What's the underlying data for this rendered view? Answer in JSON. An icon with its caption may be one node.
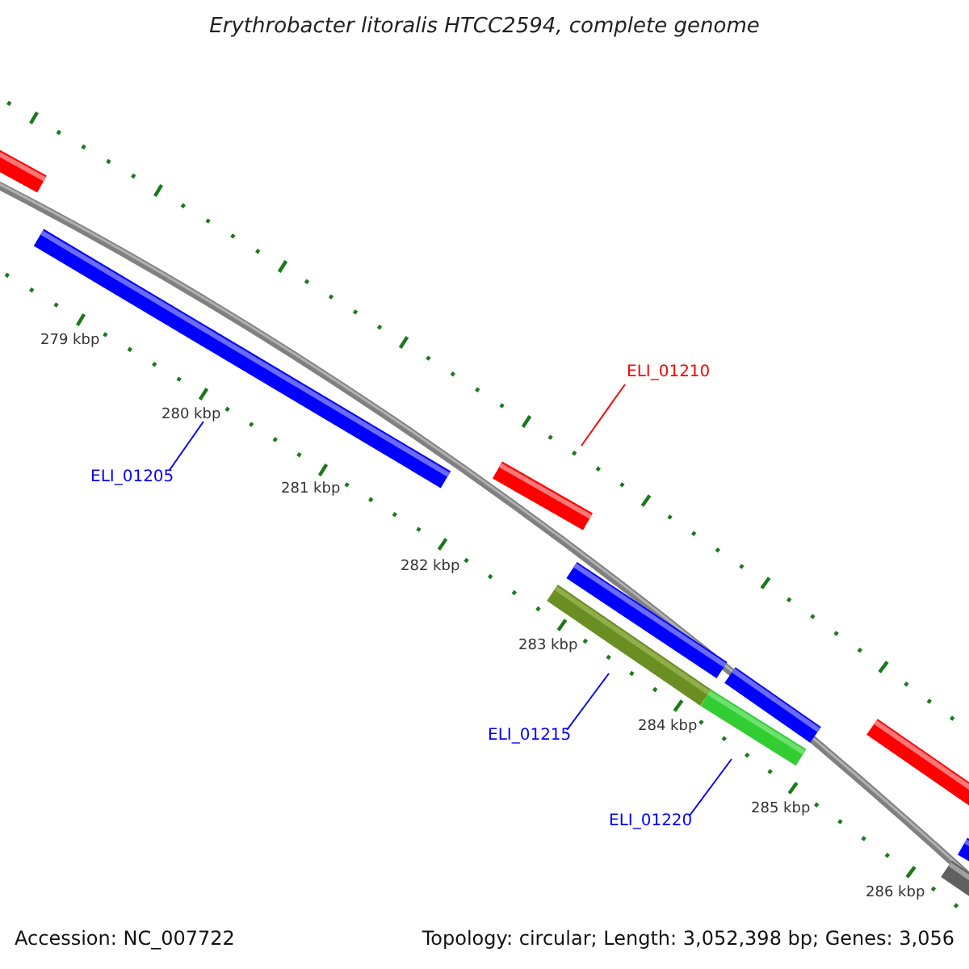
{
  "diagram": {
    "title": "Erythrobacter litoralis HTCC2594, complete genome",
    "nodes": [
      {
        "text": [
          "ELI_01205"
        ]
      },
      {
        "text": [],
        "shape": "bar"
      },
      {
        "text": [
          "ELI_01210"
        ]
      },
      {
        "text": [],
        "shape": "bar"
      },
      {
        "text": [
          "ELI_01215"
        ]
      },
      {
        "text": [],
        "shape": "bar"
      },
      {
        "text": [
          "ELI_01220"
        ]
      },
      {
        "text": [],
        "shape": "bar"
      }
    ],
    "edges": [
      {
        "from": 0,
        "to": 1,
        "arrow": "none"
      },
      {
        "from": 2,
        "to": 3,
        "arrow": "none",
        "color": "#ff0000"
      },
      {
        "from": 4,
        "to": 5,
        "arrow": "none"
      },
      {
        "from": 6,
        "to": 7,
        "arrow": "none"
      }
    ],
    "labels": [
      "279 kbp",
      "280 kbp",
      "281 kbp",
      "282 kbp",
      "283 kbp",
      "284 kbp",
      "285 kbp",
      "286 kbp",
      "Accession: NC_007722",
      "Topology: circular; Length: 3,052,398 bp; Genes: 3,056"
    ]
  }
}
